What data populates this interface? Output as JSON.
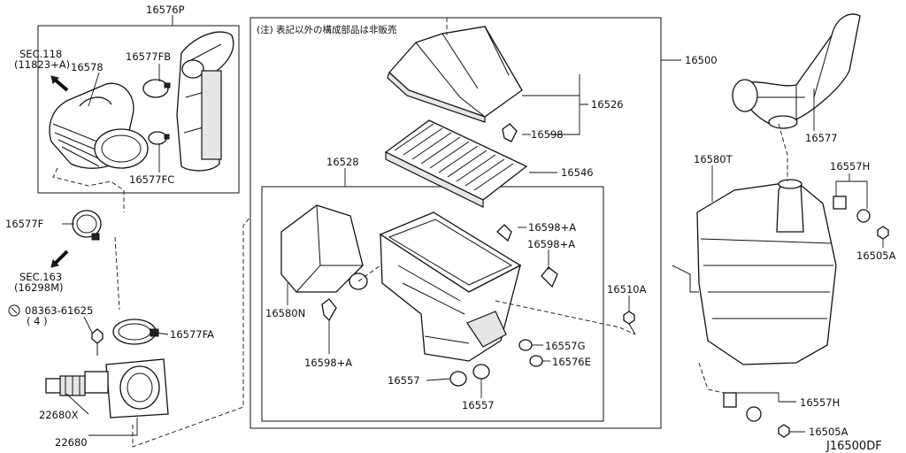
{
  "diagram": {
    "note": "(注) 表記以外の構成部品は非販売",
    "diagram_code": "J16500DF",
    "labels": {
      "p16576P": "16576P",
      "p16577FB": "16577FB",
      "p16578": "16578",
      "sec118": "SEC.118",
      "sec118ref": "(11823+A)",
      "p16577FC": "16577FC",
      "p16577F": "16577F",
      "sec163": "SEC.163",
      "sec163ref": "(16298M)",
      "bolt08363": "08363-61625",
      "bolt08363qty": "( 4 )",
      "p16577FA": "16577FA",
      "p22680X": "22680X",
      "p22680": "22680",
      "p16500": "16500",
      "p16526": "16526",
      "p16598_top": "16598",
      "p16546": "16546",
      "p16528": "16528",
      "p16598A_1": "16598+A",
      "p16598A_2": "16598+A",
      "p16580N": "16580N",
      "p16598A_3": "16598+A",
      "p16510A": "16510A",
      "p16557G": "16557G",
      "p16576E": "16576E",
      "p16557_1": "16557",
      "p16557_2": "16557",
      "p16577": "16577",
      "p16580T": "16580T",
      "p16557H_1": "16557H",
      "p16505A_1": "16505A",
      "p16557H_2": "16557H",
      "p16505A_2": "16505A"
    }
  }
}
